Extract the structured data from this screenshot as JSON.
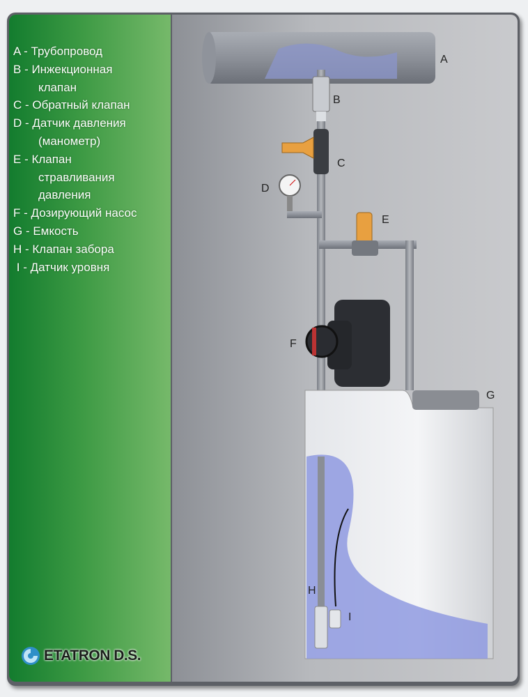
{
  "legend": [
    {
      "letter": "A",
      "lines": [
        "Трубопровод"
      ]
    },
    {
      "letter": "B",
      "lines": [
        "Инжекционная",
        "клапан"
      ]
    },
    {
      "letter": "C",
      "lines": [
        "Обратный клапан"
      ]
    },
    {
      "letter": "D",
      "lines": [
        "Датчик давления",
        "(манометр)"
      ]
    },
    {
      "letter": "E",
      "lines": [
        "Клапан",
        "стравливания",
        "давления"
      ]
    },
    {
      "letter": "F",
      "lines": [
        "Дозирующий насос"
      ]
    },
    {
      "letter": "G",
      "lines": [
        "Емкость"
      ]
    },
    {
      "letter": "H",
      "lines": [
        "Клапан забора"
      ]
    },
    {
      "letter": "I",
      "lines": [
        "Датчик уровня"
      ]
    }
  ],
  "logo": {
    "text": "ETATRON D.S."
  },
  "diagram_labels": {
    "A": "A",
    "B": "B",
    "C": "C",
    "D": "D",
    "E": "E",
    "F": "F",
    "G": "G",
    "H": "H",
    "I": "I"
  },
  "colors": {
    "green_dark": "#137c2e",
    "green_light": "#76b96a",
    "valve_orange": "#e8a040",
    "liquid": "#8f9ae0"
  }
}
